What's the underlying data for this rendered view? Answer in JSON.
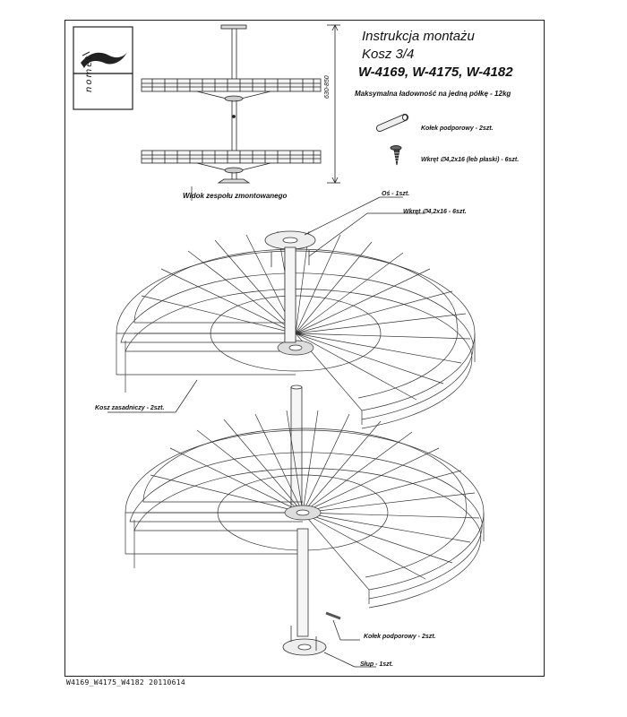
{
  "brand": {
    "logo_text": "nomet"
  },
  "header": {
    "title": "Instrukcja montażu",
    "subtitle": "Kosz 3/4",
    "models": "W-4169, W-4175, W-4182",
    "max_load": "Maksymalna ładowność na jedną półkę - 12kg"
  },
  "parts_list": [
    {
      "label": "Kołek podporowy - 2szt.",
      "icon": "dowel-pin-icon"
    },
    {
      "label": "Wkręt ∅4,2x16 (łeb płaski) - 6szt.",
      "icon": "screw-icon"
    }
  ],
  "assembled_view": {
    "caption": "Widok zespołu zmontowanego",
    "dimension": "630-850"
  },
  "callouts": {
    "axis": "Oś - 1szt.",
    "screw": "Wkręt ∅4,2x16 - 6szt.",
    "basket": "Kosz zasadniczy - 2szt.",
    "dowel": "Kołek podporowy - 2szt.",
    "post": "Słup - 1szt."
  },
  "footer": {
    "code": "W4169_W4175_W4182 20110614"
  }
}
